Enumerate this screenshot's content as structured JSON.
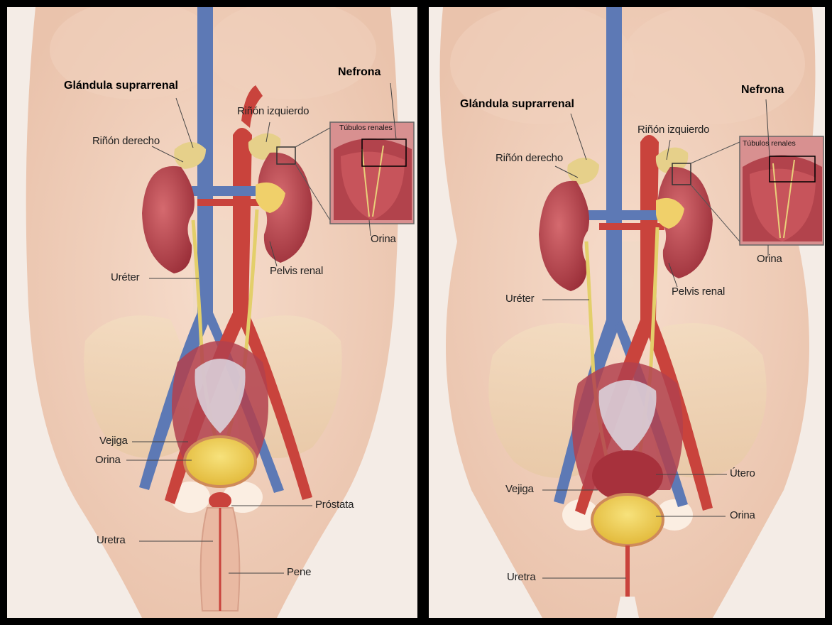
{
  "male": {
    "labels": {
      "adrenal": "Glándula suprarrenal",
      "nephron": "Nefrona",
      "left_kidney": "Riñón izquierdo",
      "right_kidney": "Riñón derecho",
      "tubules": "Túbulos renales",
      "urine_inset": "Orina",
      "ureter": "Uréter",
      "renal_pelvis": "Pelvis renal",
      "bladder": "Vejiga",
      "urine": "Orina",
      "prostate": "Próstata",
      "urethra": "Uretra",
      "penis": "Pene"
    }
  },
  "female": {
    "labels": {
      "adrenal": "Glándula suprarrenal",
      "nephron": "Nefrona",
      "left_kidney": "Riñón izquierdo",
      "right_kidney": "Riñón derecho",
      "tubules": "Túbulos renales",
      "urine_inset": "Orina",
      "ureter": "Uréter",
      "renal_pelvis": "Pelvis renal",
      "uterus": "Útero",
      "bladder": "Vejiga",
      "urine": "Orina",
      "urethra": "Uretra"
    }
  },
  "colors": {
    "skin": "#f2d6c4",
    "background": "#f4ece6",
    "kidney": "#b6414a",
    "artery": "#c9433c",
    "vein": "#5d79b5",
    "ureter": "#e3cf6a",
    "adrenal": "#e6d08a",
    "urine": "#f2d54a",
    "border": "#000000"
  }
}
